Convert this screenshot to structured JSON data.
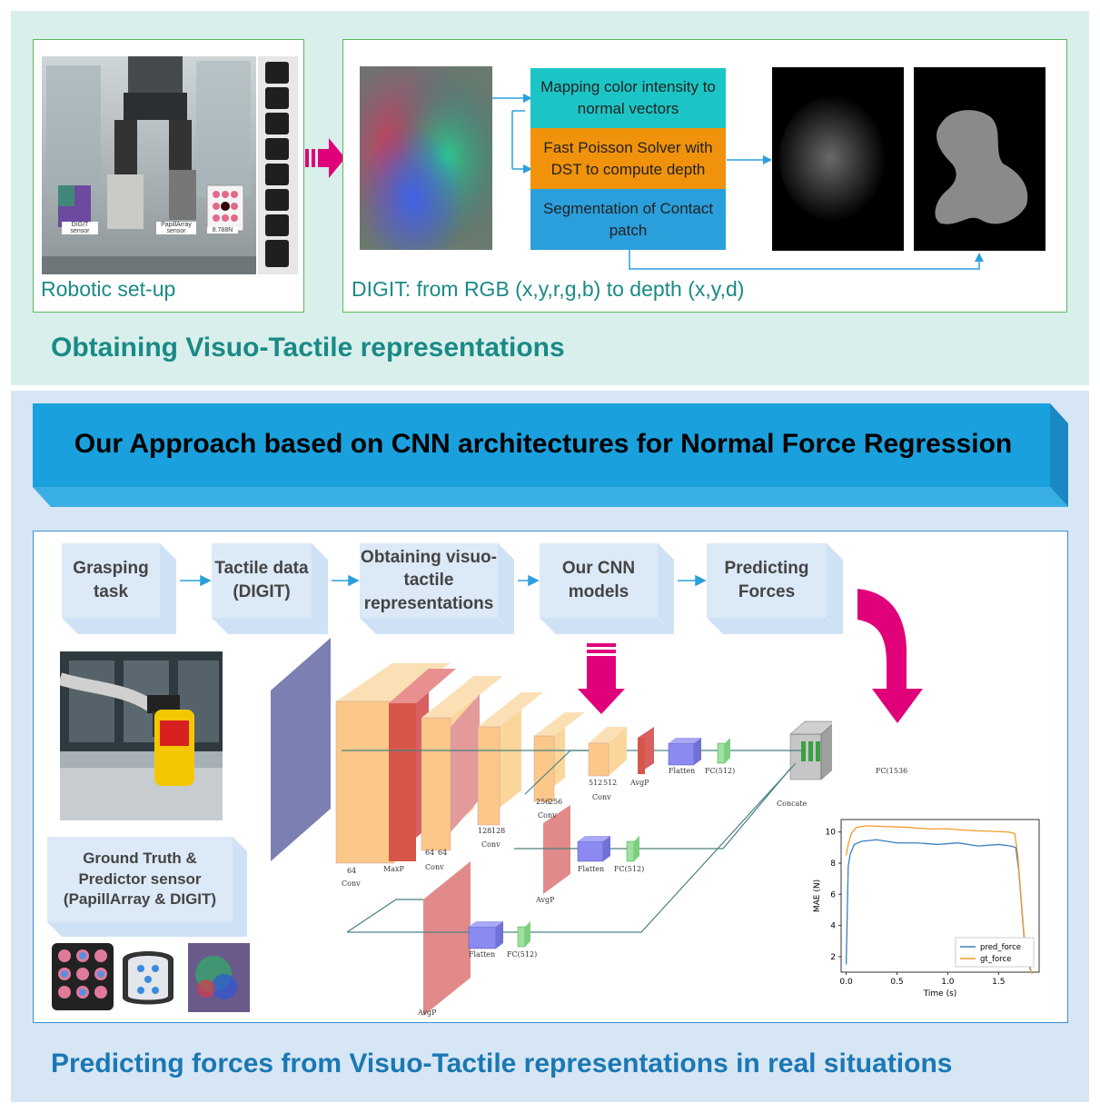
{
  "top_section": {
    "heading": "Obtaining Visuo-Tactile representations",
    "robot_panel": {
      "caption": "Robotic set-up",
      "photo_labels": [
        "DIGIT sensor",
        "PapillArray sensor",
        "8.788N"
      ]
    },
    "digit_panel": {
      "caption": "DIGIT: from RGB (x,y,r,g,b) to depth (x,y,d)",
      "steps": [
        "Mapping color intensity to normal vectors",
        "Fast Poisson Solver with DST to compute depth",
        "Segmentation of Contact patch"
      ]
    }
  },
  "bottom_section": {
    "banner": "Our Approach based on CNN architectures for Normal Force Regression",
    "heading": "Predicting forces from Visuo-Tactile representations in real situations",
    "pipeline": [
      "Grasping task",
      "Tactile data (DIGIT)",
      "Obtaining visuo-tactile representations",
      "Our CNN models",
      "Predicting Forces"
    ],
    "sensor_box": "Ground Truth & Predictor sensor (PapillArray & DIGIT)",
    "cnn_labels": {
      "conv": "Conv",
      "maxp": "MaxP",
      "avgp": "AvgP",
      "flatten": "Flatten",
      "fc512": "FC(512)",
      "fc1536": "FC(1536",
      "concate": "Concate",
      "d64": "64",
      "d128": "128",
      "d256": "256",
      "d512": "512"
    }
  },
  "colors": {
    "teal": "#1a8a86",
    "blue_heading": "#1a78b4",
    "magenta": "#e0007a",
    "cyan_box": "#1cc5c5",
    "orange_box": "#f0920c",
    "blue_box": "#2a9fdc",
    "banner": "#1aa0dd"
  },
  "chart_data": {
    "type": "line",
    "xlabel": "Time (s)",
    "ylabel": "MAE (N)",
    "xlim": [
      -0.05,
      1.9
    ],
    "ylim": [
      1,
      10.8
    ],
    "xticks": [
      "0.0",
      "0.5",
      "1.0",
      "1.5"
    ],
    "yticks": [
      "2",
      "4",
      "6",
      "8",
      "10"
    ],
    "legend_position": "bottom-right",
    "series": [
      {
        "name": "pred_force",
        "color": "#3a7fc0",
        "x": [
          0.0,
          0.02,
          0.04,
          0.08,
          0.15,
          0.3,
          0.5,
          0.7,
          0.9,
          1.1,
          1.3,
          1.5,
          1.62,
          1.67,
          1.7,
          1.73,
          1.76,
          1.8,
          1.82
        ],
        "y": [
          1.5,
          7.8,
          8.6,
          9.2,
          9.4,
          9.5,
          9.3,
          9.3,
          9.2,
          9.3,
          9.1,
          9.2,
          9.1,
          9.0,
          7.5,
          5.0,
          2.5,
          1.5,
          1.1
        ]
      },
      {
        "name": "gt_force",
        "color": "#f39b2b",
        "x": [
          0.0,
          0.02,
          0.05,
          0.1,
          0.2,
          0.4,
          0.6,
          0.8,
          1.0,
          1.2,
          1.4,
          1.6,
          1.66,
          1.69,
          1.72,
          1.75,
          1.78,
          1.81,
          1.83
        ],
        "y": [
          8.5,
          9.2,
          9.9,
          10.3,
          10.4,
          10.35,
          10.3,
          10.2,
          10.2,
          10.1,
          10.05,
          10.0,
          9.9,
          8.5,
          6.0,
          3.5,
          2.0,
          1.2,
          0.9
        ]
      }
    ]
  }
}
